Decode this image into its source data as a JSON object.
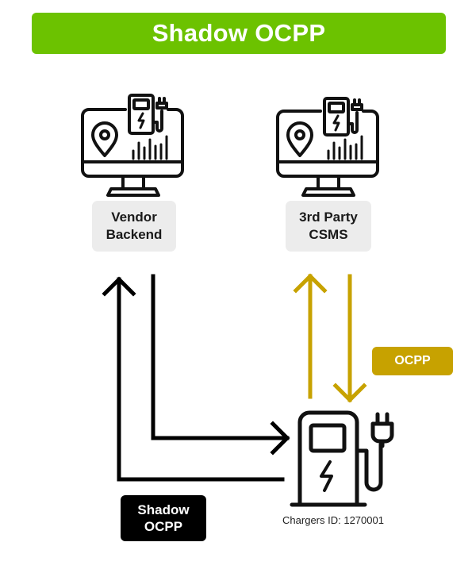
{
  "title": "Shadow OCPP",
  "nodes": {
    "vendor_backend": {
      "label": "Vendor\nBackend"
    },
    "third_party_csms": {
      "label": "3rd Party\nCSMS"
    }
  },
  "badges": {
    "ocpp": {
      "label": "OCPP"
    },
    "shadow_ocpp": {
      "label": "Shadow\nOCPP"
    }
  },
  "charger": {
    "id_text": "Chargers ID: 1270001"
  },
  "colors": {
    "title_bar": "#6cc200",
    "ocpp_link": "#c7a200",
    "shadow_link": "#000000",
    "label_box_bg": "#ececec",
    "icon_stroke": "#111111"
  },
  "icons": [
    "monitor-charging-station-icon",
    "map-pin-icon",
    "bar-chart-icon",
    "ev-charger-icon",
    "plug-icon",
    "lightning-icon"
  ]
}
